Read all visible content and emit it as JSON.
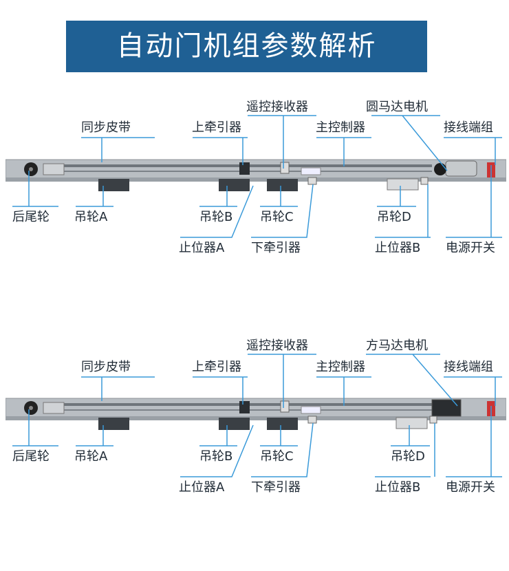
{
  "title": "自动门机组参数解析",
  "diagram_1": {
    "labels": {
      "sync_belt": "同步皮带",
      "upper_traction": "上牵引器",
      "remote_receiver": "遥控接收器",
      "main_controller": "主控制器",
      "motor": "圆马达电机",
      "terminal_block": "接线端组",
      "rear_wheel": "后尾轮",
      "pulley_a": "吊轮A",
      "pulley_b": "吊轮B",
      "pulley_c": "吊轮C",
      "pulley_d": "吊轮D",
      "stopper_a": "止位器A",
      "lower_traction": "下牵引器",
      "stopper_b": "止位器B",
      "power_switch": "电源开关"
    }
  },
  "diagram_2": {
    "labels": {
      "sync_belt": "同步皮带",
      "upper_traction": "上牵引器",
      "remote_receiver": "遥控接收器",
      "main_controller": "主控制器",
      "motor": "方马达电机",
      "terminal_block": "接线端组",
      "rear_wheel": "后尾轮",
      "pulley_a": "吊轮A",
      "pulley_b": "吊轮B",
      "pulley_c": "吊轮C",
      "pulley_d": "吊轮D",
      "stopper_a": "止位器A",
      "lower_traction": "下牵引器",
      "stopper_b": "止位器B",
      "power_switch": "电源开关"
    }
  },
  "colors": {
    "banner": "#1f6094",
    "leader": "#3a9ad9",
    "rail": "#a8adb3"
  }
}
